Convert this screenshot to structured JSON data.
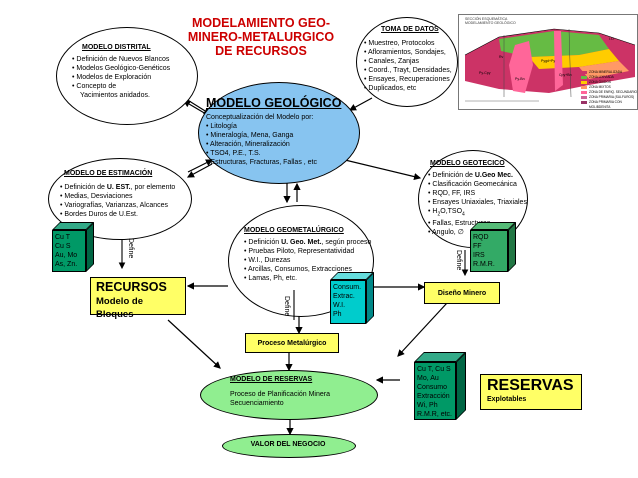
{
  "title": {
    "line1": "MODELAMIENTO GEO-",
    "line2": "MINERO-METALURGICO",
    "line3": "DE RECURSOS"
  },
  "distrital": {
    "title": "MODELO   DISTRITAL",
    "items": [
      "Definición de Nuevos Blancos",
      "Modelos Geológico-Genéticos",
      "Modelos de Exploración",
      "Concepto de"
    ],
    "extra": "Yacimientos anidados."
  },
  "datos": {
    "title": "TOMA DE DATOS",
    "items": [
      "Muestreo, Protocolos",
      "Afloramientos, Sondajes,",
      "Canales, Zanjas",
      "Coord., Trayt, Densidades,",
      "Ensayes, Recuperaciones",
      "Duplicados, etc"
    ]
  },
  "geologico": {
    "title": "MODELO GEOLÓGICO",
    "intro": "Conceptualización del Modelo por:",
    "items": [
      "Litología",
      "Mineralogía, Mena, Ganga",
      "Alteración, Mineralización",
      "TSO4, P.E., T.S.",
      "Estructuras, Fracturas, Fallas , etc"
    ]
  },
  "estimacion": {
    "title": "MODELO DE ESTIMACIÓN",
    "item1a": "Definición de ",
    "item1b": "U. EST.",
    "item1c": ", por elemento",
    "items": [
      "Medias, Desviaciones",
      "Variografías, Varianzas, Alcances",
      "Bordes Duros de U.Est."
    ]
  },
  "geotecnico": {
    "title": "MODELO GEOTECICO",
    "item1a": "Definición de ",
    "item1b": "U.Geo Mec.",
    "items": [
      "Clasificación Geomecánica",
      "RQD, FF, IRS",
      "Ensayes Uniaxiales, Triaxiales"
    ],
    "h2o_a": "H",
    "h2o_b": "2",
    "h2o_c": "O,TSO",
    "h2o_d": "4",
    "fallas": "Fallas, Estructuras",
    "angulo": "Angulo, ∅"
  },
  "geometalurgico": {
    "title": "MODELO GEOMETALÚRGICO",
    "item1a": "Definición ",
    "item1b": "U. Geo. Met.",
    "item1c": ", según proceso",
    "items": [
      "Pruebas Piloto, Representatividad",
      "W.I., Durezas",
      "Arcillas, Consumos, Extracciones",
      "Lamas, Ph, etc."
    ]
  },
  "cube_left": {
    "lines": [
      "Cu T",
      "Cu S",
      "Au, Mo",
      "As, Zn."
    ]
  },
  "cube_mid": {
    "lines": [
      "Consum.",
      "Extrac.",
      "W.I.",
      "Ph"
    ]
  },
  "cube_right": {
    "lines": [
      "RQD",
      "FF",
      "IRS",
      "R.M.R."
    ]
  },
  "cube_bottom": {
    "lines": [
      "Cu T, Cu S",
      "Mo, Au",
      "Consumo",
      "Extracción",
      "Wi, Ph",
      "R.M.R,  etc."
    ]
  },
  "define": "Define",
  "recursos": {
    "line1": "RECURSOS",
    "line2": "Modelo de Bloques"
  },
  "diseno": "Diseño Minero",
  "proceso": "Proceso Metalúrgico",
  "reservas_model": {
    "title": "MODELO DE RESERVAS",
    "line1": "Proceso de Planificación Minera",
    "line2": "Secuenciamiento"
  },
  "valor": "VALOR DEL NEGOCIO",
  "reservas_box": {
    "line1": "RESERVAS",
    "line2": "Explotables"
  },
  "map": {
    "title1": "SECCIÓN ESQUEMÁTICA",
    "title2": "MODELAMIENTO GEOLÓGICO",
    "legend": [
      "ZONA MINERALIZADA",
      "ZONA LIXIVIADA",
      "ZONA ÓXIDOS",
      "ZONA MIXTOS",
      "ZONA DE ENRIQ. SECUNDARIO",
      "ZONA PRIMARIA (SULFUROS)",
      "ZONA PRIMARIA CON MOLIBDENITA"
    ],
    "labels": [
      "Rv",
      "Py-Cpy",
      "Py-Bn",
      "Cpy+Bn",
      "Pygd+Py",
      "I.O"
    ]
  },
  "colors": {
    "ellipse_blue": "#87c4f0",
    "ellipse_green": "#90ee90",
    "box_yellow": "#ffff66",
    "cube_green": "#009966",
    "cube_teal": "#00cccc",
    "cube_right": "#33aa66",
    "title_red": "#cc0000"
  }
}
